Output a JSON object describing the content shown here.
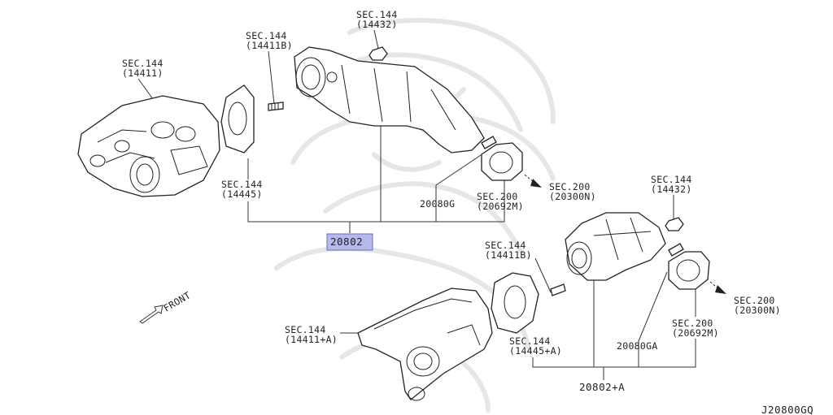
{
  "labels": {
    "sec144_14411": [
      "SEC.144",
      "(14411)"
    ],
    "sec144_14411b_top": [
      "SEC.144",
      "(14411B)"
    ],
    "sec144_14432_top": [
      "SEC.144",
      "(14432)"
    ],
    "sec144_14445": [
      "SEC.144",
      "(14445)"
    ],
    "part_20080g": "20080G",
    "sec200_20692m_top": [
      "SEC.200",
      "(20692M)"
    ],
    "sec200_20300n_top": [
      "SEC.200",
      "(20300N)"
    ],
    "part_20802": "20802",
    "sec144_14432_bot": [
      "SEC.144",
      "(14432)"
    ],
    "sec144_14411b_bot": [
      "SEC.144",
      "(14411B)"
    ],
    "sec200_20300n_bot": [
      "SEC.200",
      "(20300N)"
    ],
    "sec200_20692m_bot": [
      "SEC.200",
      "(20692M)"
    ],
    "sec144_14411a": [
      "SEC.144",
      "(14411+A)"
    ],
    "sec144_14445a": [
      "SEC.144",
      "(14445+A)"
    ],
    "part_20080ga": "20080GA",
    "part_20802a": "20802+A",
    "front": "FRONT",
    "diagram_code": "J20800GQ"
  },
  "colors": {
    "highlight_fill": "#b7b9e8",
    "highlight_stroke": "#6a6ec0",
    "line": "#333333",
    "watermark": "#e6e6e6"
  },
  "icons": [
    "front-arrow-icon",
    "outlet-arrow-icon"
  ]
}
